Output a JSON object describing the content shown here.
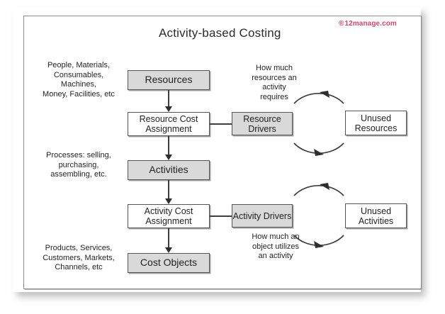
{
  "document": {
    "title": "Activity-based Costing",
    "copyright": "12manage.com",
    "copyright_mark": "®"
  },
  "colors": {
    "box_fill_gray": "#d9d9d9",
    "box_fill_white": "#ffffff",
    "box_border": "#555555",
    "connector": "#3d3d3d",
    "copyright_text": "#d4446c",
    "title_text": "#2b2b2b",
    "frame_border": "#8d8d8d",
    "page_background": "#ffffff"
  },
  "chain": {
    "resources": "Resources",
    "resource_cost_assignment": "Resource Cost\nAssignment",
    "activities": "Activities",
    "activity_cost_assignment": "Activity Cost\nAssignment",
    "cost_objects": "Cost Objects"
  },
  "left_notes": {
    "resources_examples": "People, Materials,\nConsumables,\nMachines,\nMoney, Facilities, etc",
    "activities_examples": "Processes: selling,\npurchasing,\nassembling, etc.",
    "cost_objects_examples": "Products, Services,\nCustomers, Markets,\nChannels, etc"
  },
  "drivers": {
    "resource_drivers": "Resource\nDrivers",
    "activity_drivers": "Activity\nDrivers"
  },
  "unused": {
    "unused_resources": "Unused\nResources",
    "unused_activities": "Unused\nActivities"
  },
  "right_notes": {
    "resource_driver_question": "How much\nresources an\nactivity\nrequires",
    "activity_driver_question": "How much an\nobject utilizes\nan activity"
  }
}
